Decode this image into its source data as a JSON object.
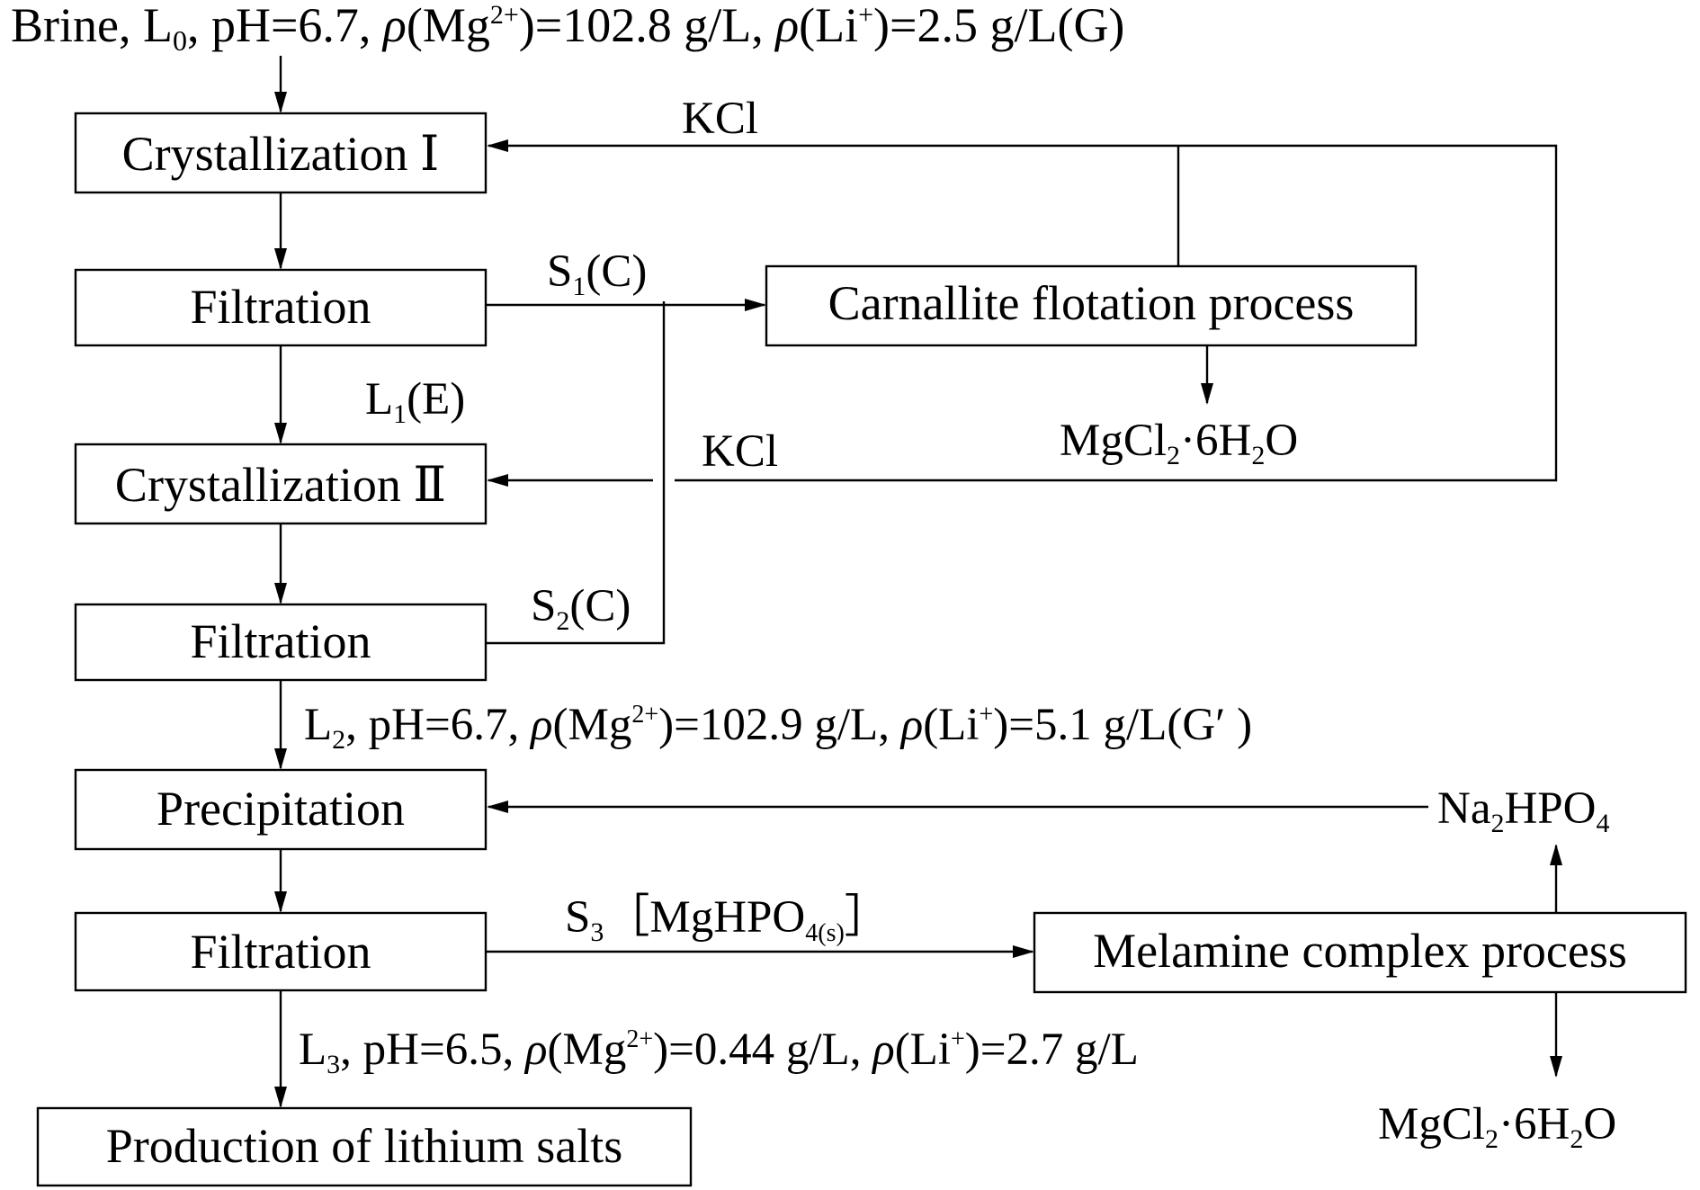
{
  "diagram": {
    "inputs": {
      "brine": {
        "prefix": "Brine, L",
        "sub": "0",
        "ph": ", pH=6.7, ",
        "rho1": "ρ",
        "mg": "(Mg",
        "mg_sup": "2+",
        "mg_val": ")=102.8 g/L, ",
        "rho2": "ρ",
        "li": "(Li",
        "li_sup": "+",
        "li_val": ")=2.5 g/L(G)"
      }
    },
    "boxes": {
      "cryst1": "Crystallization Ⅰ",
      "filt1": "Filtration",
      "cryst2": "Crystallization Ⅱ",
      "filt2": "Filtration",
      "precip": "Precipitation",
      "filt3": "Filtration",
      "lithium": "Production of lithium salts",
      "carnallite": "Carnallite flotation process",
      "melamine": "Melamine complex process"
    },
    "labels": {
      "kcl_top": "KCl",
      "kcl_mid": "KCl",
      "s1": {
        "main": "S",
        "sub": "1",
        "rest": "(C)"
      },
      "l1": {
        "main": "L",
        "sub": "1",
        "rest": "(E)"
      },
      "s2": {
        "main": "S",
        "sub": "2",
        "rest": "(C)"
      },
      "mgcl2_a": {
        "a": "MgCl",
        "sub1": "2",
        "b": "·6H",
        "sub2": "2",
        "c": "O"
      },
      "mgcl2_b": {
        "a": "MgCl",
        "sub1": "2",
        "b": "·6H",
        "sub2": "2",
        "c": "O"
      },
      "l2": {
        "main": "L",
        "sub": "2",
        "ph": ", pH=6.7, ",
        "rho1": "ρ",
        "mg": "(Mg",
        "mg_sup": "2+",
        "mg_val": ")=102.9 g/L, ",
        "rho2": "ρ",
        "li": "(Li",
        "li_sup": "+",
        "li_val": ")=5.1 g/L(G′ )"
      },
      "na2hpo4": {
        "a": "Na",
        "sub": "2",
        "b": "HPO",
        "sub2": "4"
      },
      "s3": {
        "a": "S",
        "sub": "3",
        "b": "［MgHPO",
        "sub2": "4(s)",
        "c": "］"
      },
      "l3": {
        "main": "L",
        "sub": "3",
        "ph": ", pH=6.5, ",
        "rho1": "ρ",
        "mg": "(Mg",
        "mg_sup": "2+",
        "mg_val": ")=0.44 g/L, ",
        "rho2": "ρ",
        "li": "(Li",
        "li_sup": "+",
        "li_val": ")=2.7 g/L"
      }
    }
  }
}
